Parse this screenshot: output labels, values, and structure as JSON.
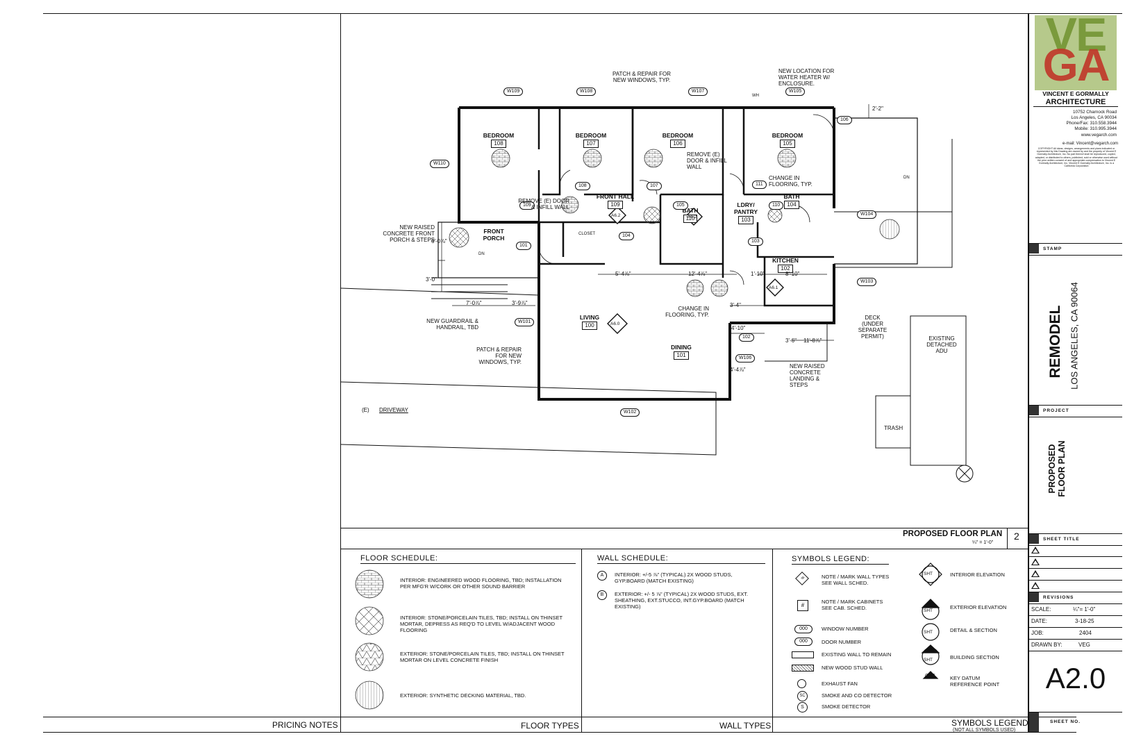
{
  "floor_plan": {
    "rooms": [
      {
        "name": "BEDROOM",
        "num": "108"
      },
      {
        "name": "BEDROOM",
        "num": "107"
      },
      {
        "name": "BEDROOM",
        "num": "106"
      },
      {
        "name": "BEDROOM",
        "num": "105"
      },
      {
        "name": "FRONT HALL",
        "num": "109"
      },
      {
        "name": "BATH",
        "num": "110"
      },
      {
        "name": "LDRY/ PANTRY",
        "num": "103"
      },
      {
        "name": "BATH",
        "num": "104"
      },
      {
        "name": "KITCHEN",
        "num": "102"
      },
      {
        "name": "LIVING",
        "num": "100"
      },
      {
        "name": "DINING",
        "num": "101"
      },
      {
        "name": "FRONT PORCH",
        "num": ""
      }
    ],
    "window_tags": [
      "W109",
      "W108",
      "W107",
      "W105",
      "W110",
      "W104",
      "W103",
      "W101",
      "W106",
      "W102"
    ],
    "door_tags": [
      "106",
      "108",
      "107",
      "109",
      "105",
      "111",
      "110",
      "103",
      "104",
      "101",
      "102"
    ],
    "notes": [
      "PATCH & REPAIR FOR NEW WINDOWS, TYP.",
      "NEW LOCATION FOR WATER HEATER W/ ENCLOSURE.",
      "REMOVE (E) DOOR & INFILL WALL",
      "REMOVE (E) DOOR & INFILL WALL",
      "CHANGE IN FLOORING, TYP.",
      "NEW RAISED CONCRETE FRONT PORCH & STEPS",
      "NEW GUARDRAIL & HANDRAIL, TBD",
      "PATCH & REPAIR FOR NEW WINDOWS, TYP.",
      "CHANGE IN FLOORING, TYP.",
      "NEW RAISED CONCRETE LANDING & STEPS",
      "DECK (UNDER SEPARATE PERMIT)",
      "EXISTING DETACHED ADU",
      "TRASH",
      "(E)",
      "DRIVEWAY",
      "CLOSET",
      "WH",
      "DN",
      "DN"
    ],
    "dimensions": [
      "2'-2\"",
      "6'-0⅞\"",
      "3'-0\"",
      "7'-0⅞\"",
      "3'-9⅞\"",
      "5'-4⅞\"",
      "12'-4⅞\"",
      "1'-10\"",
      "8'-10\"",
      "3'-4\"",
      "4'-10\"",
      "11'-8⅞\"",
      "3'-6\"",
      "4'-4⅞\""
    ],
    "section_markers": [
      "A6.2",
      "A6.2",
      "A6.1",
      "A6.0"
    ],
    "plan_title": "PROPOSED FLOOR PLAN",
    "plan_scale": "¼\" = 1'-0\"",
    "plan_number": "2"
  },
  "floor_schedule": {
    "title": "FLOOR SCHEDULE:",
    "items": [
      "INTERIOR: ENGINEERED WOOD FLOORING, TBD; INSTALLATION PER MFG'R W/CORK OR OTHER SOUND BARRIER",
      "INTERIOR: STONE/PORCELAIN TILES, TBD; INSTALL ON THINSET MORTAR, DEPRESS AS REQ'D TO LEVEL W/ADJACENT WOOD FLOORING",
      "EXTERIOR: STONE/PORCELAIN TILES, TBD; INSTALL ON THINSET MORTAR ON LEVEL CONCRETE FINISH",
      "EXTERIOR: SYNTHETIC DECKING MATERIAL, TBD."
    ]
  },
  "wall_schedule": {
    "title": "WALL SCHEDULE:",
    "items": [
      {
        "mark": "A",
        "text": "INTERIOR: +/-5 ⅞\" (TYPICAL) 2X WOOD STUDS, GYP.BOARD (MATCH EXISTING)"
      },
      {
        "mark": "B",
        "text": "EXTERIOR: +/- 5 ⅞\" (TYPICAL) 2X WOOD STUDS, EXT. SHEATHING, EXT.STUCCO, INT.GYP.BOARD (MATCH EXISTING)"
      }
    ]
  },
  "symbols_legend": {
    "title": "SYMBOLS LEGEND:",
    "left": [
      {
        "symbol": "#",
        "text": "NOTE / MARK WALL TYPES SEE WALL SCHED."
      },
      {
        "symbol": "#",
        "text": "NOTE / MARK CABINETS SEE CAB. SCHED."
      },
      {
        "symbol": "000",
        "text": "WINDOW NUMBER"
      },
      {
        "symbol": "000",
        "text": "DOOR NUMBER"
      },
      {
        "symbol": "",
        "text": "EXISTING WALL TO REMAIN"
      },
      {
        "symbol": "",
        "text": "NEW WOOD STUD WALL"
      },
      {
        "symbol": "",
        "text": "EXHAUST FAN"
      },
      {
        "symbol": "SC",
        "text": "SMOKE AND CO DETECTOR"
      },
      {
        "symbol": "S",
        "text": "SMOKE DETECTOR"
      }
    ],
    "right": [
      {
        "symbol": "SHT",
        "text": "INTERIOR ELEVATION"
      },
      {
        "symbol": "SHT",
        "text": "EXTERIOR ELEVATION"
      },
      {
        "symbol": "SHT",
        "text": "DETAIL & SECTION"
      },
      {
        "symbol": "SHT",
        "text": "BUILDING SECTION"
      },
      {
        "symbol": "0'-0\"",
        "text": "KEY DATUM REFERENCE POINT"
      }
    ]
  },
  "footer": {
    "pricing_notes": "PRICING NOTES",
    "floor_types": "FLOOR TYPES",
    "wall_types": "WALL TYPES",
    "symbols_legend": "SYMBOLS LEGEND",
    "symbols_sub": "(NOT ALL SYMBOLS USED)"
  },
  "title_block": {
    "logo_top": "VE",
    "logo_bottom": "GA",
    "firm_name_1": "VINCENT E GORMALLY",
    "firm_name_2": "ARCHITECTURE",
    "address_1": "10752 Charnock Road",
    "address_2": "Los Angeles, CA 90034",
    "phone": "Phone/Fax: 310.558.3944",
    "mobile": "Mobile: 310.995.3944",
    "web": "www.vegarch.com",
    "email": "e-mail: Vincent@vegarch.com",
    "copyright": "COPYRIGHT All ideas, designs, arrangements and plans indicated or represented by this Drawing are owned by and the property of Vincent E Gormally Architecture, Inc. No part thereof shall be reproduced, copied, adapted, or distributed to others, published, sold or otherwise used without the prior written consent of and appropriate compensation to Vincent E Gormally Architecture, Inc. Vincent E Gormally Architecture, Inc. is a California Corporation",
    "stamp_label": "STAMP",
    "project_name": "REMODEL",
    "project_location": "LOS ANGELES, CA 90064",
    "project_label": "PROJECT",
    "sheet_title_1": "PROPOSED",
    "sheet_title_2": "FLOOR PLAN",
    "sheet_title_label": "SHEET TITLE",
    "revisions_label": "REVISIONS",
    "scale_label": "SCALE:",
    "scale_value": "¼\"= 1'-0\"",
    "date_label": "DATE:",
    "date_value": "3-18-25",
    "job_label": "JOB:",
    "job_value": "2404",
    "drawn_label": "DRAWN BY:",
    "drawn_value": "VEG",
    "sheet_number": "A2.0",
    "sheet_no_label": "SHEET NO.",
    "logo_green": "#7a9a3c",
    "logo_red": "#c0392b"
  }
}
